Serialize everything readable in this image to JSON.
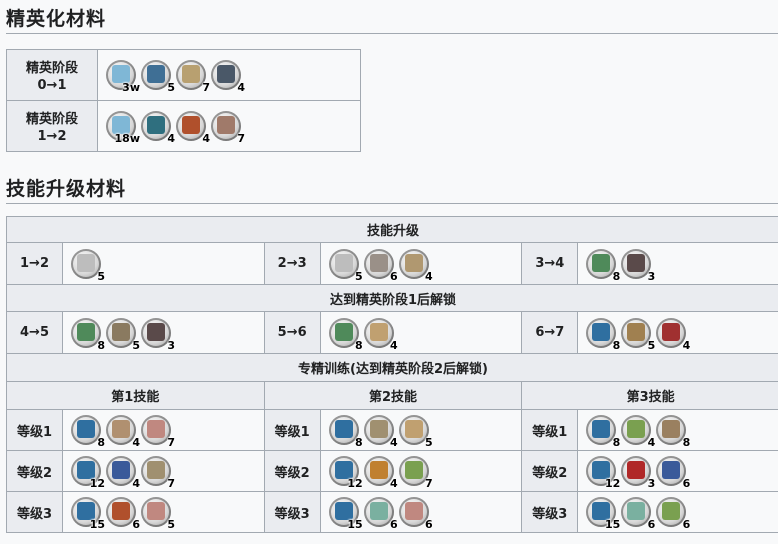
{
  "elite": {
    "title": "精英化材料",
    "rows": [
      {
        "label1": "精英阶段",
        "label2": "0→1",
        "items": [
          {
            "name": "lmd-icon",
            "count": "3w",
            "color": "#7fb7d6"
          },
          {
            "name": "chip-icon",
            "count": "5",
            "color": "#3f6f95"
          },
          {
            "name": "crystal-icon",
            "count": "7",
            "color": "#b8a070"
          },
          {
            "name": "device-icon",
            "count": "4",
            "color": "#4a5868"
          }
        ]
      },
      {
        "label1": "精英阶段",
        "label2": "1→2",
        "items": [
          {
            "name": "lmd-icon",
            "count": "18w",
            "color": "#7fb7d6"
          },
          {
            "name": "dualchip-icon",
            "count": "4",
            "color": "#2f6f7f"
          },
          {
            "name": "polyester-icon",
            "count": "4",
            "color": "#b0502c"
          },
          {
            "name": "gel-icon",
            "count": "7",
            "color": "#a07a6a"
          }
        ]
      }
    ]
  },
  "skill": {
    "title": "技能升级材料",
    "sec1": "技能升级",
    "sec2": "达到精英阶段1后解锁",
    "sec3": "专精训练(达到精英阶段2后解锁)",
    "row1": [
      {
        "label": "1→2",
        "items": [
          {
            "name": "skill-summary-1-icon",
            "count": "5",
            "color": "#bdbdbd"
          }
        ]
      },
      {
        "label": "2→3",
        "items": [
          {
            "name": "skill-summary-1-icon",
            "count": "5",
            "color": "#bdbdbd"
          },
          {
            "name": "ester-icon",
            "count": "6",
            "color": "#9a9088"
          },
          {
            "name": "ketone-icon",
            "count": "4",
            "color": "#b09870"
          }
        ]
      },
      {
        "label": "3→4",
        "items": [
          {
            "name": "skill-summary-2-icon",
            "count": "8",
            "color": "#4f8a5a"
          },
          {
            "name": "device-icon",
            "count": "3",
            "color": "#5a4a4a"
          }
        ]
      }
    ],
    "row2": [
      {
        "label": "4→5",
        "items": [
          {
            "name": "skill-summary-2-icon",
            "count": "8",
            "color": "#4f8a5a"
          },
          {
            "name": "orirock-icon",
            "count": "5",
            "color": "#8a7a60"
          },
          {
            "name": "device-icon",
            "count": "3",
            "color": "#5a4a4a"
          }
        ]
      },
      {
        "label": "5→6",
        "items": [
          {
            "name": "skill-summary-2-icon",
            "count": "8",
            "color": "#4f8a5a"
          },
          {
            "name": "sugar-icon",
            "count": "4",
            "color": "#c0a070"
          }
        ]
      },
      {
        "label": "6→7",
        "items": [
          {
            "name": "skill-summary-3-icon",
            "count": "8",
            "color": "#2f6fa0"
          },
          {
            "name": "ketone-icon",
            "count": "5",
            "color": "#a08050"
          },
          {
            "name": "manganese-icon",
            "count": "4",
            "color": "#a03030"
          }
        ]
      }
    ],
    "mastery_headers": [
      "第1技能",
      "第2技能",
      "第3技能"
    ],
    "mastery": [
      [
        {
          "label": "等级1",
          "items": [
            {
              "name": "skill-summary-3-icon",
              "count": "8",
              "color": "#2f6fa0"
            },
            {
              "name": "orirock-cluster-icon",
              "count": "4",
              "color": "#b09070"
            },
            {
              "name": "gel-icon",
              "count": "7",
              "color": "#c08880"
            }
          ]
        },
        {
          "label": "等级2",
          "items": [
            {
              "name": "skill-summary-3-icon",
              "count": "12",
              "color": "#2f6fa0"
            },
            {
              "name": "crystal-circuit-icon",
              "count": "4",
              "color": "#3a5a9a"
            },
            {
              "name": "integrated-device-icon",
              "count": "7",
              "color": "#a09070"
            }
          ]
        },
        {
          "label": "等级3",
          "items": [
            {
              "name": "skill-summary-3-icon",
              "count": "15",
              "color": "#2f6fa0"
            },
            {
              "name": "polyester-icon",
              "count": "6",
              "color": "#b0502c"
            },
            {
              "name": "gel-icon",
              "count": "5",
              "color": "#c08880"
            }
          ]
        }
      ],
      [
        {
          "label": "等级1",
          "items": [
            {
              "name": "skill-summary-3-icon",
              "count": "8",
              "color": "#2f6fa0"
            },
            {
              "name": "integrated-device-icon",
              "count": "4",
              "color": "#a09070"
            },
            {
              "name": "sugar-icon",
              "count": "5",
              "color": "#c0a070"
            }
          ]
        },
        {
          "label": "等级2",
          "items": [
            {
              "name": "skill-summary-3-icon",
              "count": "12",
              "color": "#2f6fa0"
            },
            {
              "name": "polyester-pack-icon",
              "count": "4",
              "color": "#c08030"
            },
            {
              "name": "gel-icon",
              "count": "7",
              "color": "#7aa050"
            }
          ]
        },
        {
          "label": "等级3",
          "items": [
            {
              "name": "skill-summary-3-icon",
              "count": "15",
              "color": "#2f6fa0"
            },
            {
              "name": "grindstone-icon",
              "count": "6",
              "color": "#7ab0a0"
            },
            {
              "name": "gel-icon",
              "count": "6",
              "color": "#c08880"
            }
          ]
        }
      ],
      [
        {
          "label": "等级1",
          "items": [
            {
              "name": "skill-summary-3-icon",
              "count": "8",
              "color": "#2f6fa0"
            },
            {
              "name": "gel-icon",
              "count": "4",
              "color": "#7aa050"
            },
            {
              "name": "orirock-cluster-icon",
              "count": "8",
              "color": "#9a8060"
            }
          ]
        },
        {
          "label": "等级2",
          "items": [
            {
              "name": "skill-summary-3-icon",
              "count": "12",
              "color": "#2f6fa0"
            },
            {
              "name": "manganese-icon",
              "count": "3",
              "color": "#b02828"
            },
            {
              "name": "crystal-circuit-icon",
              "count": "6",
              "color": "#3a5a9a"
            }
          ]
        },
        {
          "label": "等级3",
          "items": [
            {
              "name": "skill-summary-3-icon",
              "count": "15",
              "color": "#2f6fa0"
            },
            {
              "name": "grindstone-icon",
              "count": "6",
              "color": "#7ab0a0"
            },
            {
              "name": "gel-icon",
              "count": "6",
              "color": "#7aa050"
            }
          ]
        }
      ]
    ]
  }
}
